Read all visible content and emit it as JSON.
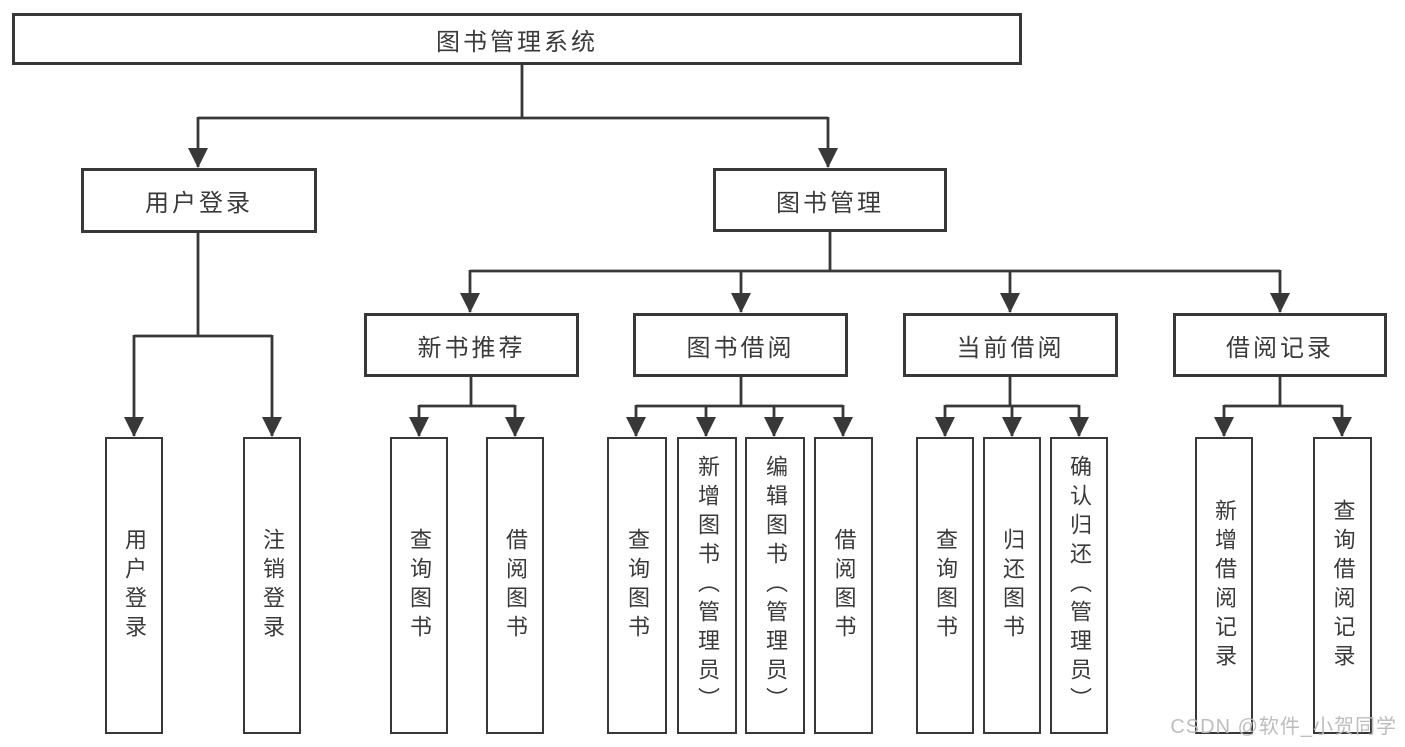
{
  "diagram": {
    "type": "tree",
    "root": {
      "label": "图书管理系统",
      "children": [
        {
          "label": "用户登录",
          "children": [
            {
              "label": "用户登录"
            },
            {
              "label": "注销登录"
            }
          ]
        },
        {
          "label": "图书管理",
          "children": [
            {
              "label": "新书推荐",
              "children": [
                {
                  "label": "查询图书"
                },
                {
                  "label": "借阅图书"
                }
              ]
            },
            {
              "label": "图书借阅",
              "children": [
                {
                  "label": "查询图书"
                },
                {
                  "label": "新增图书（管理员）"
                },
                {
                  "label": "编辑图书（管理员）"
                },
                {
                  "label": "借阅图书"
                }
              ]
            },
            {
              "label": "当前借阅",
              "children": [
                {
                  "label": "查询图书"
                },
                {
                  "label": "归还图书"
                },
                {
                  "label": "确认归还（管理员）"
                }
              ]
            },
            {
              "label": "借阅记录",
              "children": [
                {
                  "label": "新增借阅记录"
                },
                {
                  "label": "查询借阅记录"
                }
              ]
            }
          ]
        }
      ]
    }
  },
  "watermark": {
    "text": "CSDN @软件_小贺同学"
  },
  "colors": {
    "line": "#383838",
    "box_border": "#383838",
    "text": "#3a3a3a",
    "watermark": "#b9b9b9",
    "background": "#ffffff"
  }
}
